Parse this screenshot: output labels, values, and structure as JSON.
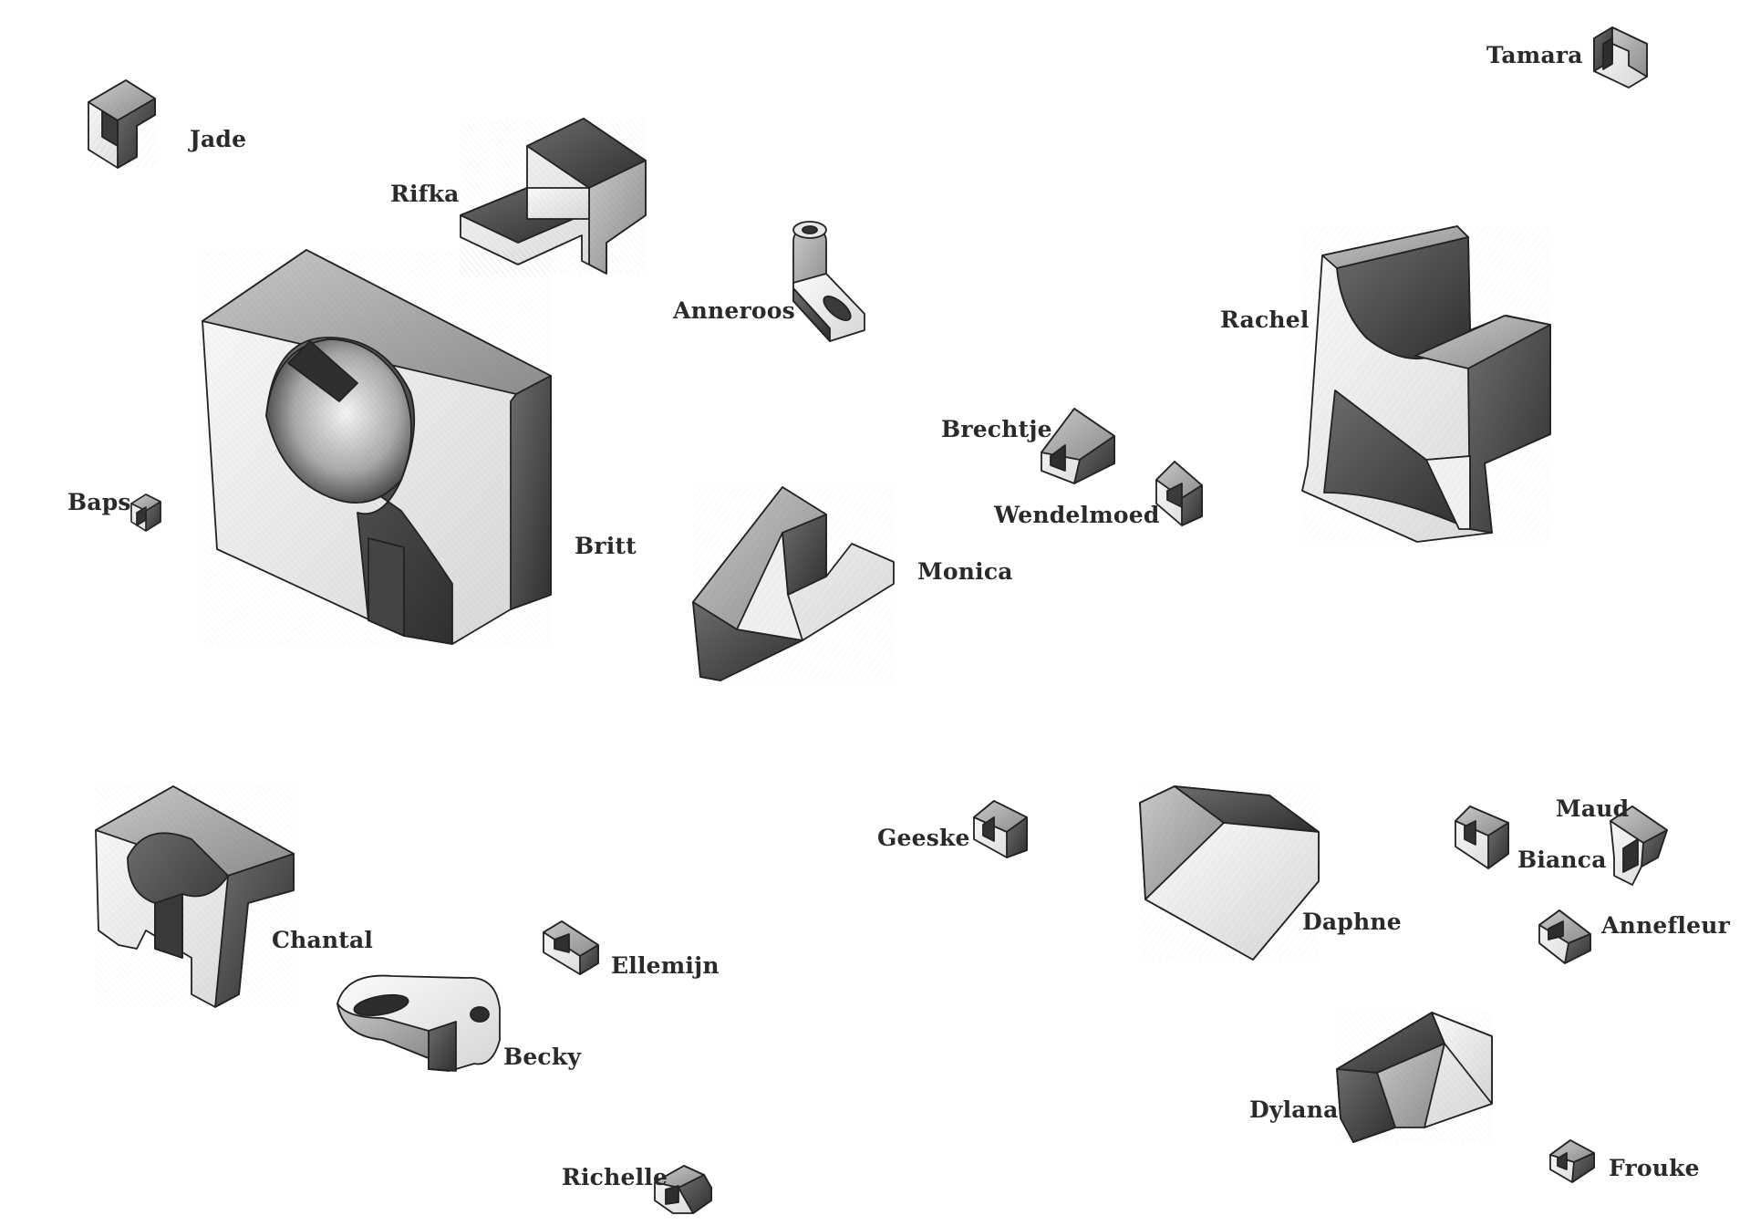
{
  "colors": {
    "background": "#ffffff",
    "ink": "#2a2a2a",
    "face_light": "#f2f2f2",
    "face_mid": "#b9b9b9",
    "face_dark": "#4a4a4a"
  },
  "pieces": [
    {
      "id": "jade",
      "label": "Jade"
    },
    {
      "id": "tamara",
      "label": "Tamara"
    },
    {
      "id": "rifka",
      "label": "Rifka"
    },
    {
      "id": "anneroos",
      "label": "Anneroos"
    },
    {
      "id": "rachel",
      "label": "Rachel"
    },
    {
      "id": "britt",
      "label": "Britt"
    },
    {
      "id": "baps",
      "label": "Baps"
    },
    {
      "id": "brechtje",
      "label": "Brechtje"
    },
    {
      "id": "wendelmoed",
      "label": "Wendelmoed"
    },
    {
      "id": "monica",
      "label": "Monica"
    },
    {
      "id": "chantal",
      "label": "Chantal"
    },
    {
      "id": "ellemijn",
      "label": "Ellemijn"
    },
    {
      "id": "becky",
      "label": "Becky"
    },
    {
      "id": "geeske",
      "label": "Geeske"
    },
    {
      "id": "daphne",
      "label": "Daphne"
    },
    {
      "id": "maud",
      "label": "Maud"
    },
    {
      "id": "bianca",
      "label": "Bianca"
    },
    {
      "id": "annefleur",
      "label": "Annefleur"
    },
    {
      "id": "dylana",
      "label": "Dylana"
    },
    {
      "id": "frouke",
      "label": "Frouke"
    },
    {
      "id": "richelle",
      "label": "Richelle"
    }
  ]
}
